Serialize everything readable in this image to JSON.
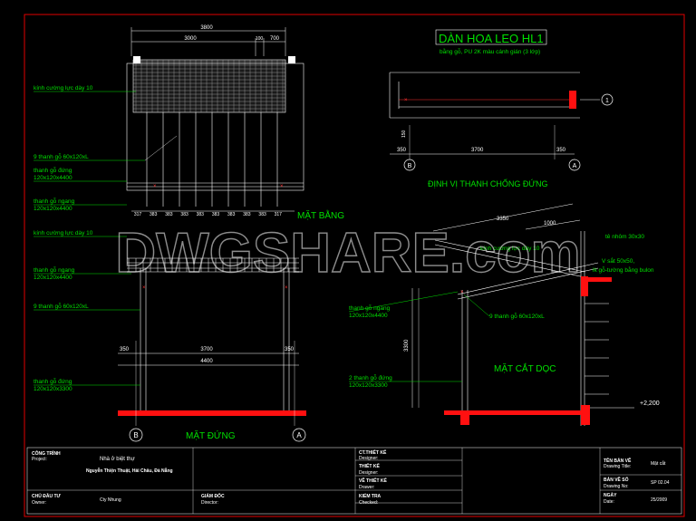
{
  "watermark": "DWGSHARE.com",
  "plan": {
    "title": "MẶT BẰNG",
    "dim_total": "3800",
    "dim_parts": [
      "3000",
      "100",
      "700"
    ],
    "bottom_dims": [
      "317",
      "383",
      "383",
      "383",
      "383",
      "383",
      "383",
      "383",
      "383",
      "317"
    ],
    "labels": {
      "glass": "kính cường lực dày 10",
      "bars": "9 thanh gỗ 60x120xL",
      "post_label": "thanh gỗ đứng",
      "post_size": "120x120x4400",
      "beam_label": "thanh gỗ ngang",
      "beam_size": "120x120x4400"
    }
  },
  "elevation": {
    "title": "MẶT ĐỨNG",
    "labels": {
      "glass": "kính cường lực dày 10",
      "beam_label": "thanh gỗ ngang",
      "beam_size": "120x120x4400",
      "bars": "9 thanh gỗ 60x120xL",
      "post_label": "thanh gỗ đứng",
      "post_size": "120x120x3300"
    },
    "dims": [
      "350",
      "3700",
      "350"
    ],
    "dim_total": "4400",
    "axis_left": "B",
    "axis_right": "A"
  },
  "detail": {
    "title": "DÀN HOA LEO HL1",
    "subtitle": "bằng gỗ, PU 2K màu cánh gián (3 lớp)",
    "dims": [
      "350",
      "3700",
      "350"
    ],
    "small_dim": "150",
    "axis_left": "B",
    "axis_right": "A",
    "axis_one": "1",
    "caption": "ĐỊNH VỊ THANH CHỐNG ĐỨNG"
  },
  "section": {
    "title": "MẶT CẮT DỌC",
    "dim_top": "3350",
    "dim_top2": "1000",
    "dim_height": "3300",
    "labels": {
      "aluminum": "tê nhôm 30x30",
      "glass": "kính cường lực dày 10",
      "steel": "V sắt 50x50,",
      "bolt": "lk gỗ-tường bằng bulon",
      "beam_label": "thanh gỗ ngang",
      "beam_size": "120x120x4400",
      "bars": "9 thanh gỗ 60x120xL",
      "posts_label": "2 thanh gỗ đứng",
      "posts_size": "120x120x3300"
    },
    "level": "+2,200"
  },
  "title_block": {
    "project_label": "CÔNG TRÌNH",
    "project_label_en": "Project:",
    "project_name": "Nhà ở biệt thự",
    "address": "Nguyễn Thiện Thuật, Hải Châu, Đà Nẵng",
    "owner_label": "CHỦ ĐẦU TƯ",
    "owner_label_en": "Owner:",
    "owner_name": "Cty Nhung",
    "director_label": "GIÁM ĐỐC",
    "director_label_en": "Director:",
    "designer_label": "CT.THIẾT KẾ",
    "designer_label_en": "Designer:",
    "design_label": "THIẾT KẾ",
    "design_label_en": "Designer:",
    "drawn_label": "VẼ THIẾT KẾ",
    "drawn_label_en": "Drawer:",
    "checked_label": "KIỂM TRA",
    "checked_label_en": "Checked:",
    "drawing_title_label": "TÊN BẢN VẼ",
    "drawing_title_label_en": "Drawing Title:",
    "drawing_title": "Mặt cắt",
    "drawing_no_label": "BẢN VẼ SỐ",
    "drawing_no_label_en": "Drawing No:",
    "drawing_no": "SP 02.04",
    "date_label": "NGÀY",
    "date_label_en": "Date:",
    "date": "25/2009"
  }
}
